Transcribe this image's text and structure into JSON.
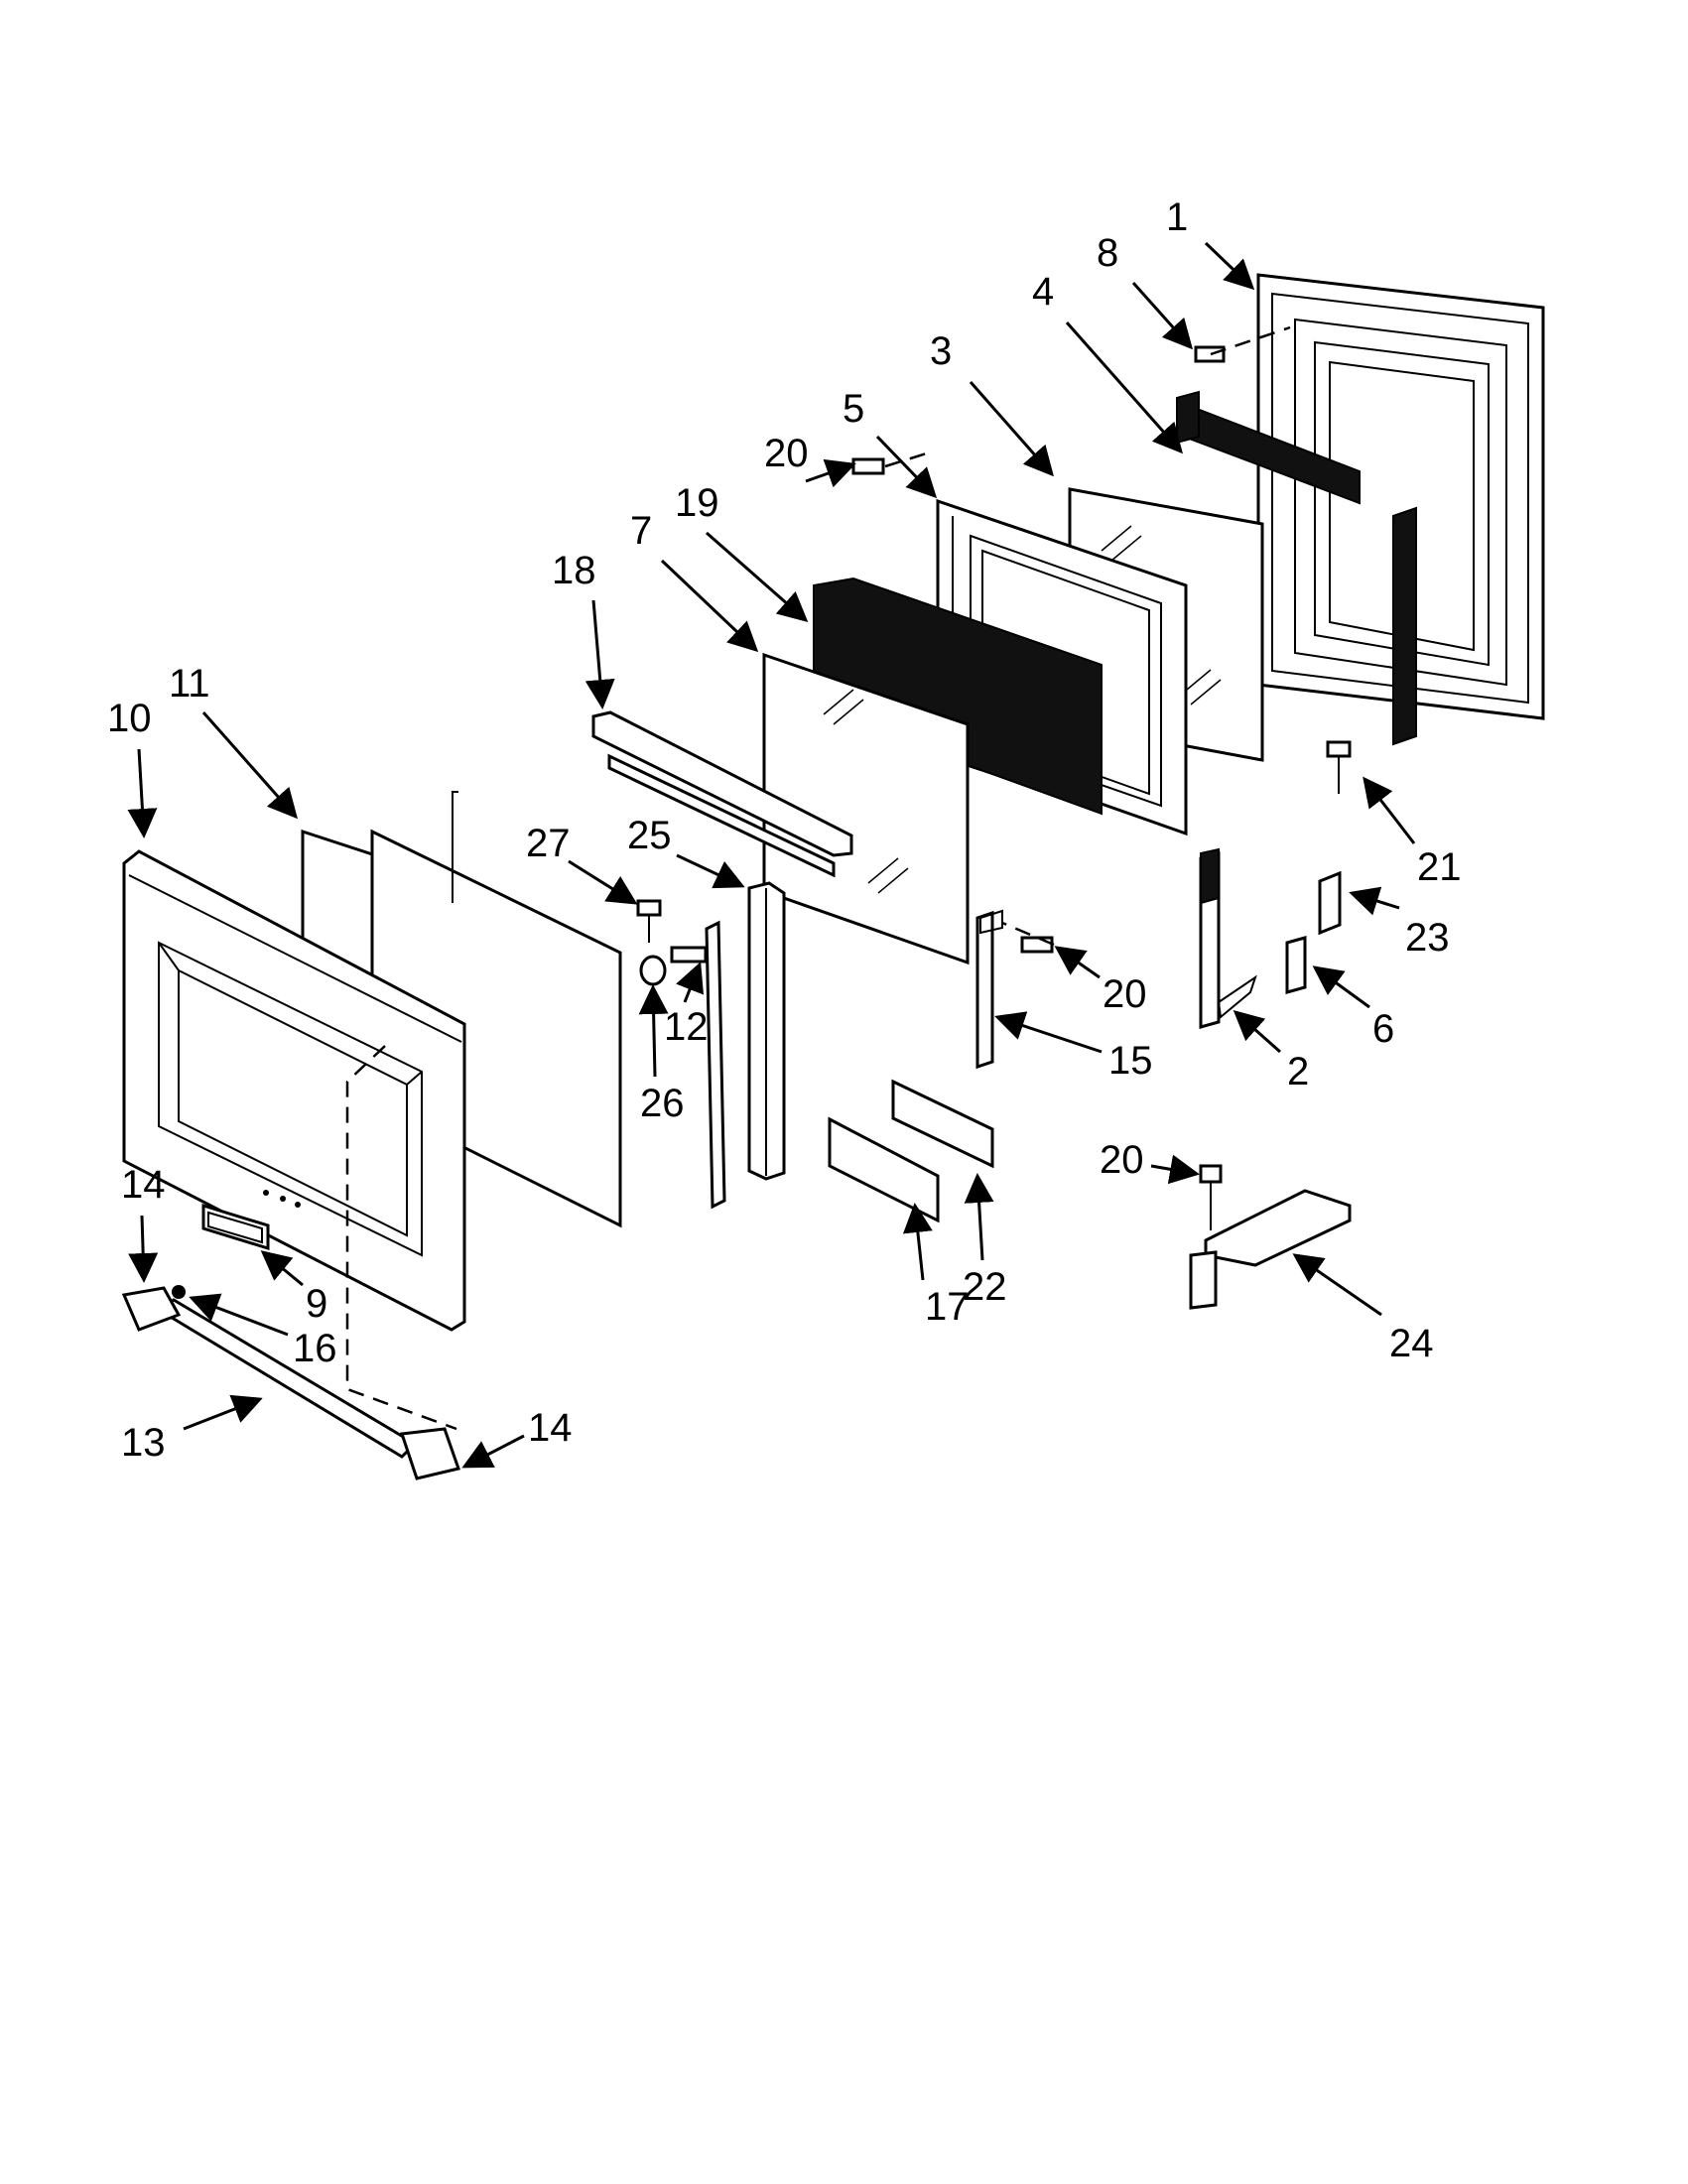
{
  "callouts": [
    {
      "id": "c1",
      "text": "1"
    },
    {
      "id": "c2",
      "text": "2"
    },
    {
      "id": "c3",
      "text": "3"
    },
    {
      "id": "c4",
      "text": "4"
    },
    {
      "id": "c5",
      "text": "5"
    },
    {
      "id": "c6",
      "text": "6"
    },
    {
      "id": "c7",
      "text": "7"
    },
    {
      "id": "c8",
      "text": "8"
    },
    {
      "id": "c9",
      "text": "9"
    },
    {
      "id": "c10",
      "text": "10"
    },
    {
      "id": "c11",
      "text": "11"
    },
    {
      "id": "c12",
      "text": "12"
    },
    {
      "id": "c13",
      "text": "13"
    },
    {
      "id": "c14a",
      "text": "14"
    },
    {
      "id": "c14b",
      "text": "14"
    },
    {
      "id": "c15",
      "text": "15"
    },
    {
      "id": "c16",
      "text": "16"
    },
    {
      "id": "c17",
      "text": "17"
    },
    {
      "id": "c18",
      "text": "18"
    },
    {
      "id": "c19",
      "text": "19"
    },
    {
      "id": "c20a",
      "text": "20"
    },
    {
      "id": "c20b",
      "text": "20"
    },
    {
      "id": "c20c",
      "text": "20"
    },
    {
      "id": "c21",
      "text": "21"
    },
    {
      "id": "c22",
      "text": "22"
    },
    {
      "id": "c23",
      "text": "23"
    },
    {
      "id": "c24",
      "text": "24"
    },
    {
      "id": "c25",
      "text": "25"
    },
    {
      "id": "c26",
      "text": "26"
    },
    {
      "id": "c27",
      "text": "27"
    }
  ]
}
